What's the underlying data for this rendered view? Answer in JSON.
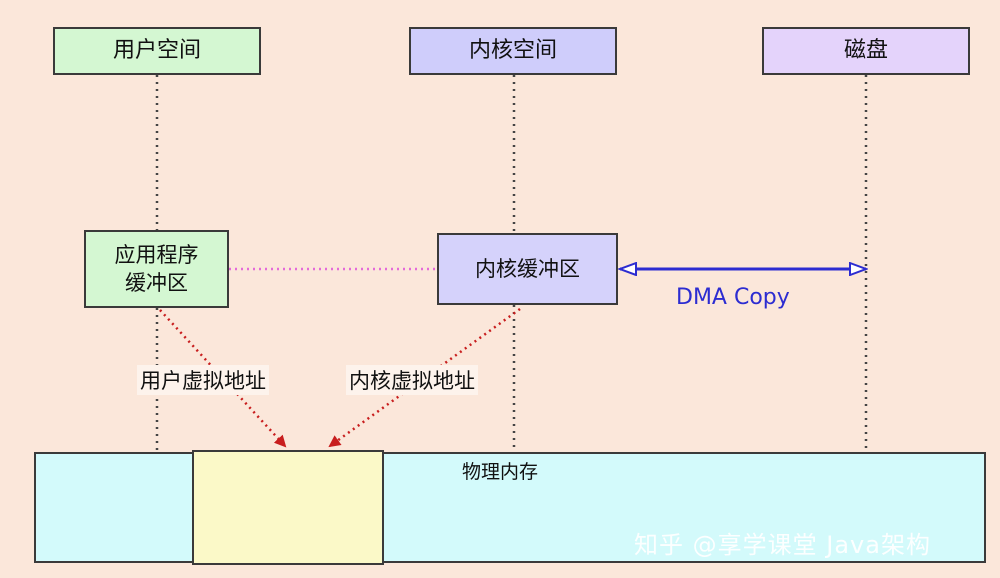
{
  "headers": {
    "user_space": "用户空间",
    "kernel_space": "内核空间",
    "disk": "磁盘"
  },
  "buffers": {
    "app_buffer": "应用程序\n缓冲区",
    "kernel_buffer": "内核缓冲区"
  },
  "labels": {
    "user_virtual_address": "用户虚拟地址",
    "kernel_virtual_address": "内核虚拟地址",
    "dma_copy": "DMA Copy",
    "physical_memory": "物理内存"
  },
  "watermark": "知乎 @享学课堂 Java架构",
  "colors": {
    "background": "#fbe7da",
    "user_green": "#d4f7d2",
    "kernel_purple": "#cfcdfb",
    "disk_lavender": "#e4d3fb",
    "physical_cyan": "#d3fafb",
    "shared_region_yellow": "#fbf9c8",
    "dma_blue": "#2c2cd1",
    "mapping_red": "#c81e1e",
    "link_pink": "#e46ad9"
  }
}
